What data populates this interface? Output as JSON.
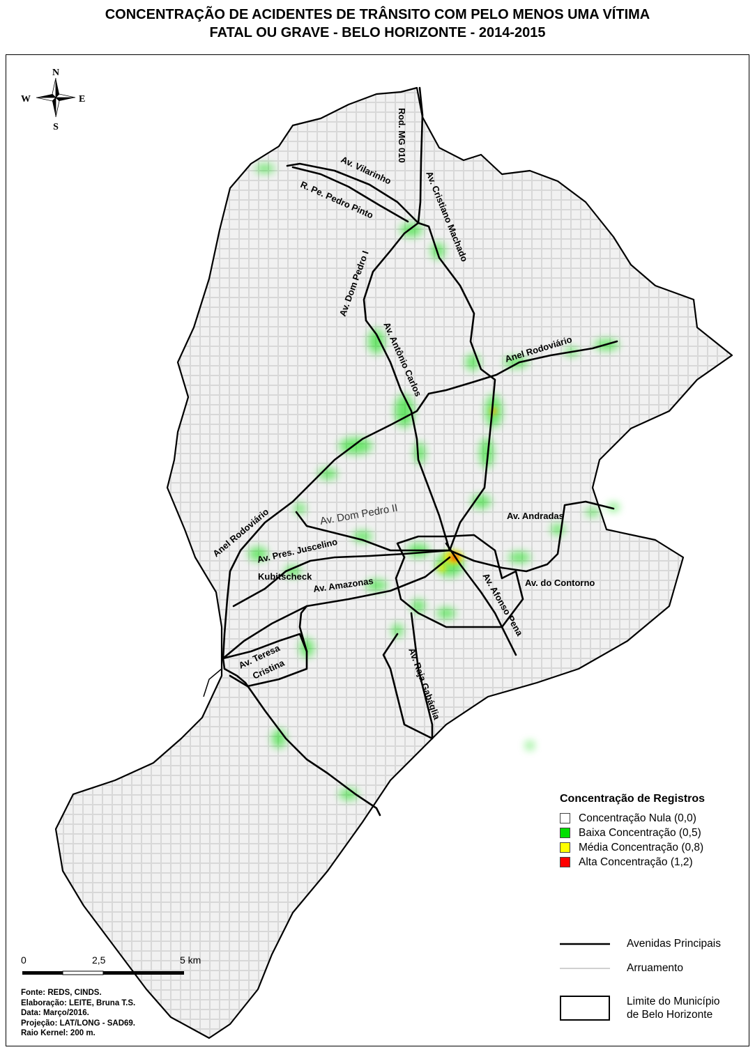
{
  "title": {
    "line1": "CONCENTRAÇÃO DE ACIDENTES DE TRÂNSITO COM PELO MENOS UMA VÍTIMA",
    "line2": "FATAL OU GRAVE - BELO HORIZONTE - 2014-2015"
  },
  "compass": {
    "n": "N",
    "s": "S",
    "e": "E",
    "w": "W"
  },
  "roads": {
    "vilarinho": "Av. Vilarinho",
    "pedro_pinto": "R. Pe. Pedro Pinto",
    "mg010": "Rod. MG 010",
    "cristiano": "Av. Cristiano Machado",
    "dom_pedro_i": "Av. Dom Pedro I",
    "antonio_carlos": "Av. Antônio Carlos",
    "anel_ne": "Anel Rodoviário",
    "anel_w": "Anel Rodoviário",
    "dom_pedro_ii": "Av. Dom Pedro II",
    "andradas": "Av. Andradas",
    "jk_line1": "Av. Pres. Juscelino",
    "jk_line2": "Kubitscheck",
    "amazonas": "Av. Amazonas",
    "contorno": "Av. do Contorno",
    "afonso_pena": "Av. Afonso Pena",
    "teresa_line1": "Av. Teresa",
    "teresa_line2": "Cristina",
    "raja": "Av. Raja Gabáglia"
  },
  "legend": {
    "title": "Concentração de Registros",
    "items": [
      {
        "label": "Concentração Nula (0,0)",
        "color": "#ffffff"
      },
      {
        "label": "Baixa Concentração (0,5)",
        "color": "#00e000"
      },
      {
        "label": "Média Concentração (0,8)",
        "color": "#ffff00"
      },
      {
        "label": "Alta Concentração (1,2)",
        "color": "#ff0000"
      }
    ],
    "avenidas": "Avenidas Principais",
    "arruamento": "Arruamento",
    "limite_line1": "Limite do Município",
    "limite_line2": "de Belo Horizonte"
  },
  "scale": {
    "zero": "0",
    "mid": "2,5",
    "end": "5 km"
  },
  "credits": [
    "Fonte: REDS, CINDS.",
    "Elaboração: LEITE, Bruna T.S.",
    "Data: Março/2016.",
    "Projeção: LAT/LONG - SAD69.",
    "Raio Kernel: 200 m."
  ]
}
